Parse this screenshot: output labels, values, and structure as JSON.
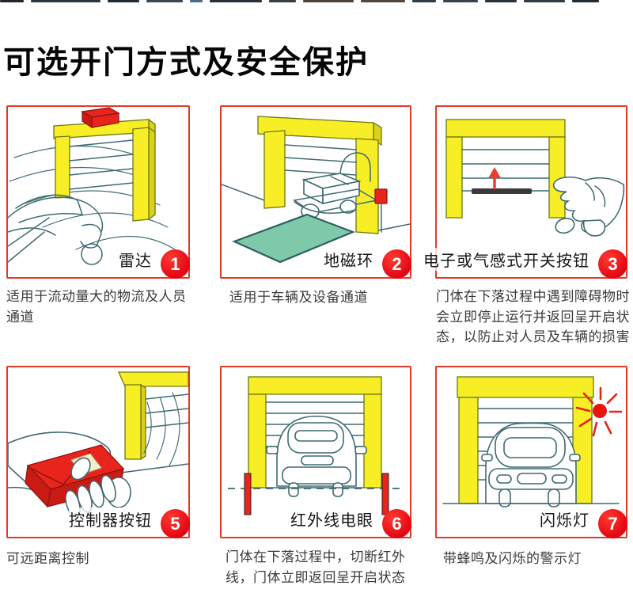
{
  "page": {
    "title": "可选开门方式及安全保护",
    "colors": {
      "panel_border_red": "#e43a25",
      "badge_red": "#e30613",
      "frame_yellow": "#f7ee26",
      "drawing_line_teal": "#3f6a72",
      "mat_teal": "#7fc9ab",
      "alert_red": "#e8241c"
    }
  },
  "panels": [
    {
      "label": "雷达",
      "number": "1",
      "caption": "适用于流动量大的物流及人员通道"
    },
    {
      "label": "地磁环",
      "number": "2",
      "caption": "适用于车辆及设备通道"
    },
    {
      "label": "电子或气感式开关按钮",
      "number": "3",
      "caption": "门体在下落过程中遇到障碍物时会立即停止运行并返回呈开启状态，以防止对人员及车辆的损害"
    },
    {
      "label": "控制器按钮",
      "number": "5",
      "caption": "可远距离控制"
    },
    {
      "label": "红外线电眼",
      "number": "6",
      "caption": "门体在下落过程中，切断红外线，门体立即返回呈开启状态"
    },
    {
      "label": "闪烁灯",
      "number": "7",
      "caption": "带蜂鸣及闪烁的警示灯"
    }
  ]
}
